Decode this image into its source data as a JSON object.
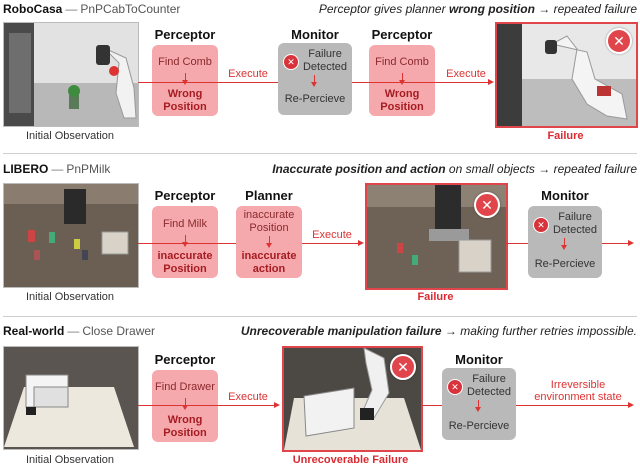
{
  "rows": [
    {
      "env": "RoboCasa",
      "sep": "—",
      "task": "PnPCabToCounter",
      "caption_pre": "Perceptor gives planner ",
      "caption_bold": "wrong position",
      "caption_post": " → repeated failure",
      "obs_label": "Initial Observation",
      "modules": [
        {
          "title": "Perceptor",
          "line1": "Find Comb",
          "line2a": "Wrong",
          "line2b": "Position"
        },
        {
          "title": "Monitor",
          "line1a": "Failure",
          "line1b": "Detected",
          "line2": "Re-Percieve"
        },
        {
          "title": "Perceptor",
          "line1": "Find Comb",
          "line2a": "Wrong",
          "line2b": "Position"
        }
      ],
      "exec1": "Execute",
      "exec2": "Execute",
      "fail_label": "Failure"
    },
    {
      "env": "LIBERO",
      "sep": "—",
      "task": "PnPMilk",
      "caption_bold": "Inaccurate position and action",
      "caption_post": " on small objects → repeated failure",
      "obs_label": "Initial Observation",
      "modules": [
        {
          "title": "Perceptor",
          "line1": "Find Milk",
          "line2a": "inaccurate",
          "line2b": "Position"
        },
        {
          "title": "Planner",
          "line1a": "inaccurate",
          "line1b": "Position",
          "line2a": "inaccurate",
          "line2b": "action"
        },
        {
          "title": "Monitor",
          "line1a": "Failure",
          "line1b": "Detected",
          "line2": "Re-Percieve"
        }
      ],
      "exec1": "Execute",
      "fail_label": "Failure"
    },
    {
      "env": "Real-world",
      "sep": "—",
      "task": "Close Drawer",
      "caption_bold": "Unrecoverable manipulation failure",
      "caption_post": " → making further retries impossible.",
      "obs_label": "Initial Observation",
      "modules": [
        {
          "title": "Perceptor",
          "line1": "Find Drawer",
          "line2a": "Wrong",
          "line2b": "Position"
        },
        {
          "title": "Monitor",
          "line1a": "Failure",
          "line1b": "Detected",
          "line2": "Re-Percieve"
        }
      ],
      "exec1": "Execute",
      "fail_label": "Unrecoverable Failure",
      "note_a": "Irreversible",
      "note_b": "environment state"
    }
  ],
  "icons": {
    "fail_badge": "x-circle-icon",
    "detected": "x-circle-icon"
  },
  "colors": {
    "accent": "#e0454c",
    "red_box": "#f6a9ad",
    "gray_box": "#b9b9b9"
  }
}
